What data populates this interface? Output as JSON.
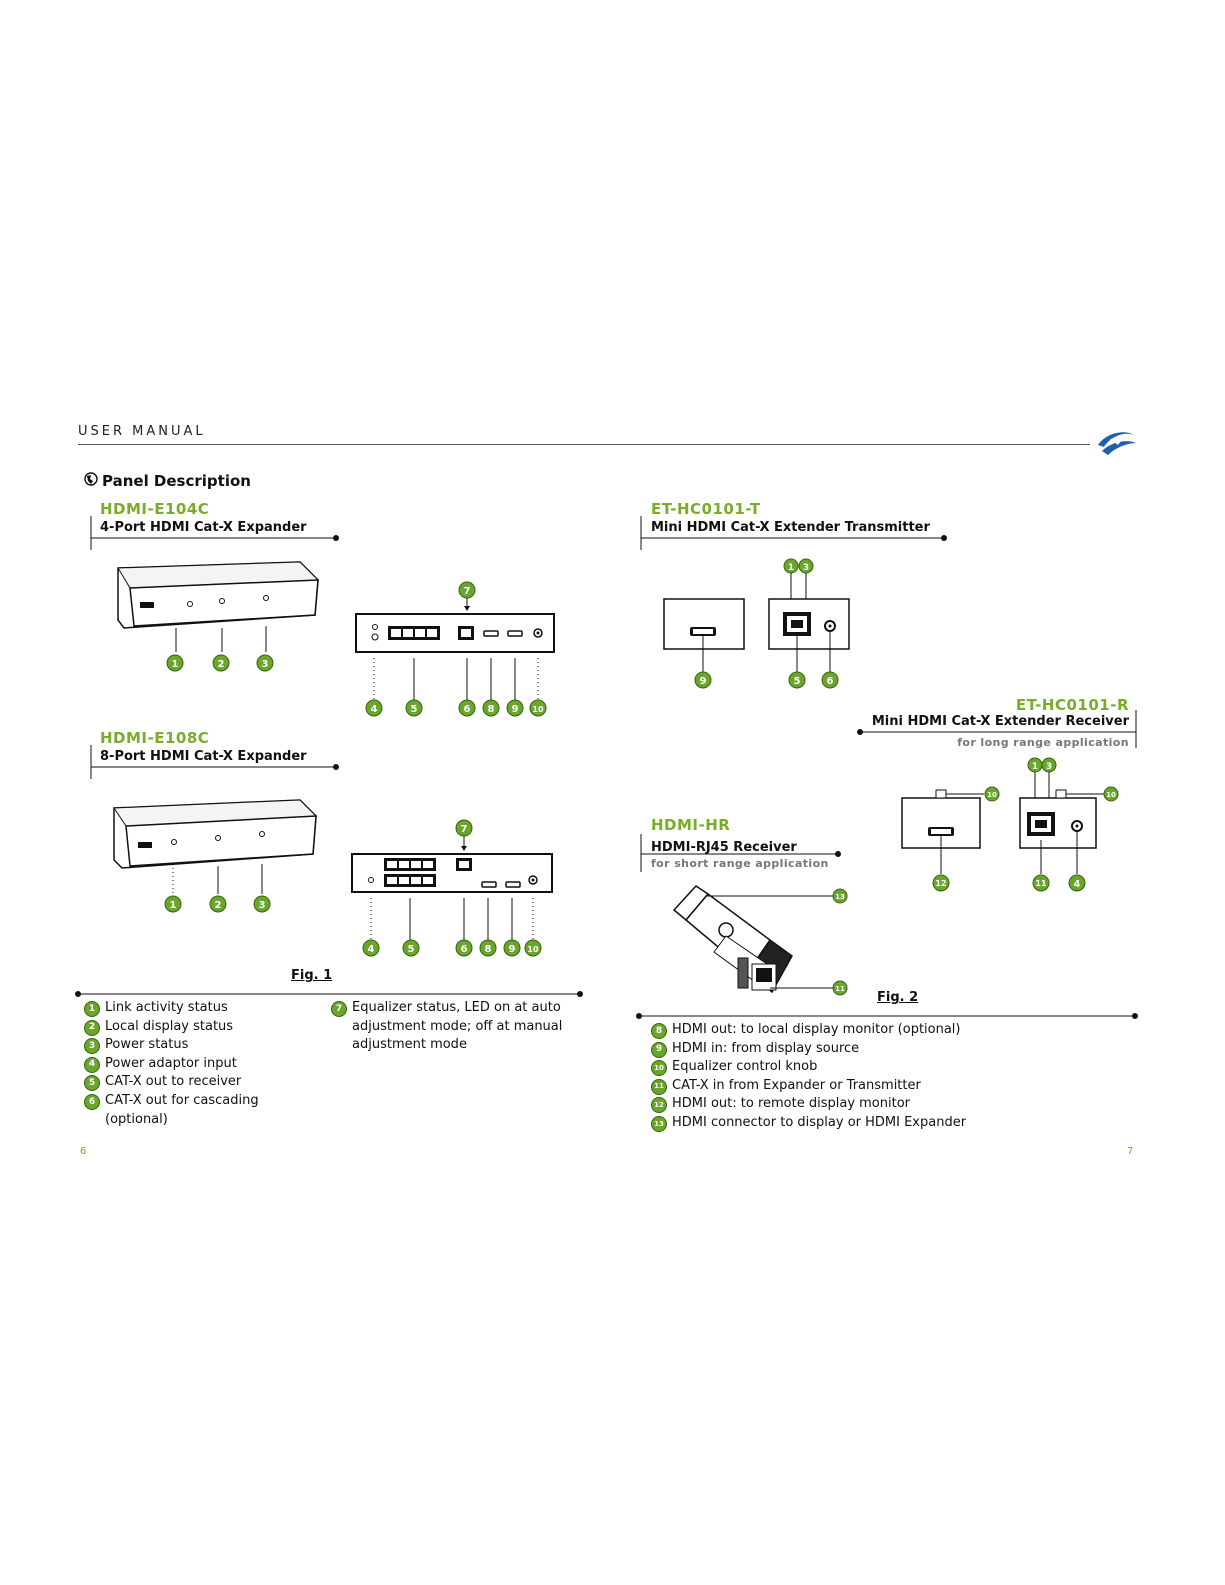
{
  "header": {
    "title": "USER MANUAL"
  },
  "section": {
    "title": "Panel Description"
  },
  "products": {
    "e104c": {
      "model": "HDMI-E104C",
      "name": "4-Port HDMI Cat-X Expander"
    },
    "e108c": {
      "model": "HDMI-E108C",
      "name": "8-Port HDMI Cat-X Expander"
    },
    "tx": {
      "model": "ET-HC0101-T",
      "name": "Mini HDMI Cat-X Extender Transmitter"
    },
    "rx": {
      "model": "ET-HC0101-R",
      "name": "Mini HDMI Cat-X Extender Receiver",
      "note": "for long range application"
    },
    "hr": {
      "model": "HDMI-HR",
      "name": "HDMI-RJ45 Receiver",
      "note": "for short range application"
    }
  },
  "figures": {
    "fig1": "Fig. 1",
    "fig2": "Fig. 2"
  },
  "legend_left": [
    {
      "num": "1",
      "text": "Link activity status"
    },
    {
      "num": "2",
      "text": "Local display status"
    },
    {
      "num": "3",
      "text": "Power status"
    },
    {
      "num": "4",
      "text": "Power adaptor input"
    },
    {
      "num": "5",
      "text": "CAT-X out to receiver"
    },
    {
      "num": "6",
      "text": "CAT-X out for cascading (optional)"
    }
  ],
  "legend_mid": [
    {
      "num": "7",
      "text": "Equalizer status, LED on at auto adjustment mode; off at manual adjustment mode"
    }
  ],
  "legend_right": [
    {
      "num": "8",
      "text": "HDMI out: to local display monitor (optional)"
    },
    {
      "num": "9",
      "text": "HDMI in: from display source"
    },
    {
      "num": "10",
      "text": "Equalizer control knob"
    },
    {
      "num": "11",
      "text": "CAT-X in from Expander or Transmitter"
    },
    {
      "num": "12",
      "text": "HDMI out: to remote display monitor"
    },
    {
      "num": "13",
      "text": "HDMI connector to display or HDMI Expander"
    }
  ],
  "pages": {
    "left": "6",
    "right": "7"
  },
  "colors": {
    "accent": "#7aab2a",
    "badge": "#6aa52c",
    "logo": "#1f5fb0"
  }
}
